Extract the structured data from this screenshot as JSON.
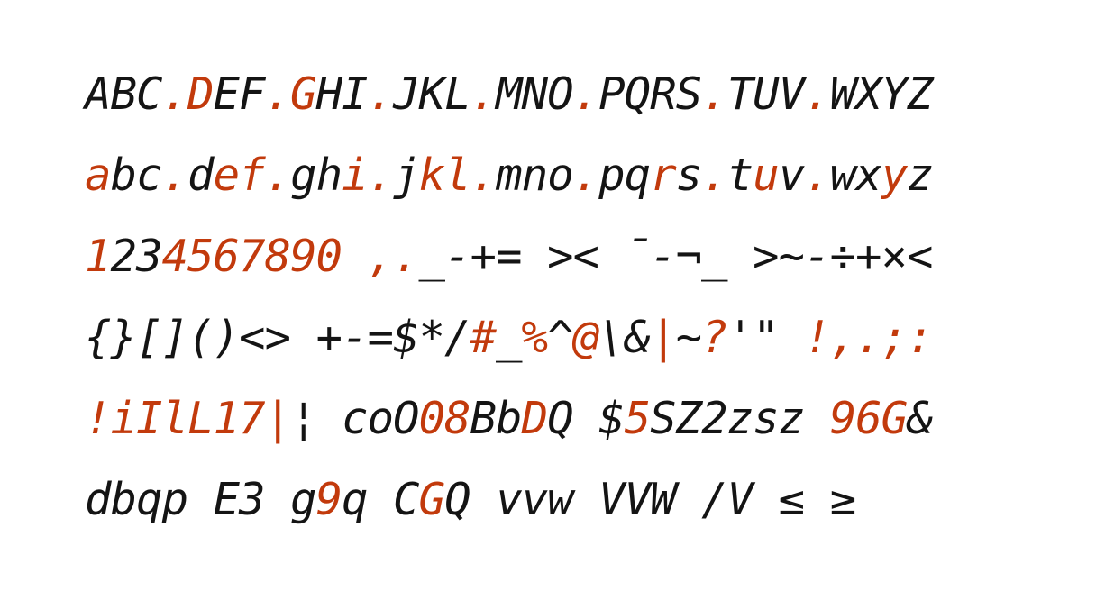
{
  "colors": {
    "text": "#141414",
    "highlight": "#c23a0c",
    "background": "#ffffff"
  },
  "lines": [
    [
      {
        "t": "ABC"
      },
      {
        "t": ".D",
        "hl": true
      },
      {
        "t": "EF"
      },
      {
        "t": ".G",
        "hl": true
      },
      {
        "t": "HI"
      },
      {
        "t": ".",
        "hl": true
      },
      {
        "t": "JKL"
      },
      {
        "t": ".",
        "hl": true
      },
      {
        "t": "MNO"
      },
      {
        "t": ".",
        "hl": true
      },
      {
        "t": "PQRS"
      },
      {
        "t": ".",
        "hl": true
      },
      {
        "t": "TUV"
      },
      {
        "t": ".",
        "hl": true
      },
      {
        "t": "WXYZ"
      }
    ],
    [
      {
        "t": "a",
        "hl": true
      },
      {
        "t": "bc"
      },
      {
        "t": ".",
        "hl": true
      },
      {
        "t": "d"
      },
      {
        "t": "ef.",
        "hl": true
      },
      {
        "t": "gh"
      },
      {
        "t": "i.",
        "hl": true
      },
      {
        "t": "j"
      },
      {
        "t": "kl.",
        "hl": true
      },
      {
        "t": "mno"
      },
      {
        "t": ".",
        "hl": true
      },
      {
        "t": "pq"
      },
      {
        "t": "r",
        "hl": true
      },
      {
        "t": "s"
      },
      {
        "t": ".",
        "hl": true
      },
      {
        "t": "t"
      },
      {
        "t": "u",
        "hl": true
      },
      {
        "t": "v"
      },
      {
        "t": ".",
        "hl": true
      },
      {
        "t": "wx"
      },
      {
        "t": "y",
        "hl": true
      },
      {
        "t": "z"
      }
    ],
    [
      {
        "t": "1",
        "hl": true
      },
      {
        "t": "23"
      },
      {
        "t": "4567890 ,.",
        "hl": true
      },
      {
        "t": "_-+= >< ¯-¬_ >~-÷+×<"
      }
    ],
    [
      {
        "t": "{}[]()<> +-=$*/"
      },
      {
        "t": "#",
        "hl": true
      },
      {
        "t": "_"
      },
      {
        "t": "%",
        "hl": true
      },
      {
        "t": "^"
      },
      {
        "t": "@",
        "hl": true
      },
      {
        "t": "\\&"
      },
      {
        "t": "|",
        "hl": true
      },
      {
        "t": "~"
      },
      {
        "t": "?",
        "hl": true
      },
      {
        "t": "'\" "
      },
      {
        "t": "!,.;:",
        "hl": true
      }
    ],
    [
      {
        "t": "!iIlL17|",
        "hl": true
      },
      {
        "t": "¦ coO"
      },
      {
        "t": "08",
        "hl": true
      },
      {
        "t": "Bb"
      },
      {
        "t": "D",
        "hl": true
      },
      {
        "t": "Q $"
      },
      {
        "t": "5",
        "hl": true
      },
      {
        "t": "SZ2zsz "
      },
      {
        "t": "96G",
        "hl": true
      },
      {
        "t": "&"
      }
    ],
    [
      {
        "t": "dbqp E3 g"
      },
      {
        "t": "9",
        "hl": true
      },
      {
        "t": "q C"
      },
      {
        "t": "G",
        "hl": true
      },
      {
        "t": "Q vvw VVW /V ≤ ≥"
      }
    ]
  ]
}
